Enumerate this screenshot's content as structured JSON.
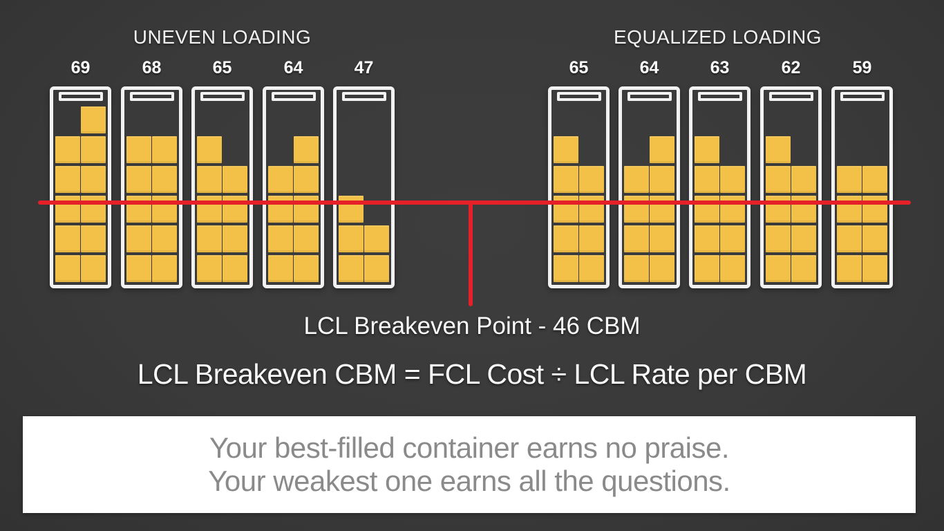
{
  "colors": {
    "background": "#3a3a3a",
    "container_border": "#f2f2f2",
    "cargo_block": "#f3c148",
    "breakeven_red": "#e52028",
    "banner_background": "#ffffff",
    "banner_text": "#8a8a8a",
    "label_text": "#fdfdfd"
  },
  "left_group": {
    "title": "UNEVEN LOADING",
    "containers": [
      {
        "label": "69",
        "stack": [
          5,
          6
        ]
      },
      {
        "label": "68",
        "stack": [
          5,
          5
        ]
      },
      {
        "label": "65",
        "stack": [
          5,
          4
        ]
      },
      {
        "label": "64",
        "stack": [
          4,
          5
        ]
      },
      {
        "label": "47",
        "stack": [
          3,
          2
        ]
      }
    ]
  },
  "right_group": {
    "title": "EQUALIZED LOADING",
    "containers": [
      {
        "label": "65",
        "stack": [
          5,
          4
        ]
      },
      {
        "label": "64",
        "stack": [
          4,
          5
        ]
      },
      {
        "label": "63",
        "stack": [
          5,
          4
        ]
      },
      {
        "label": "62",
        "stack": [
          5,
          4
        ]
      },
      {
        "label": "59",
        "stack": [
          4,
          4
        ]
      }
    ]
  },
  "breakeven": {
    "line_label": "LCL Breakeven Point - 46 CBM",
    "formula": "LCL Breakeven CBM = FCL Cost ÷ LCL Rate per CBM",
    "value_cbm": 46
  },
  "banner": {
    "line1": "Your best-filled container earns no praise.",
    "line2": "Your weakest one earns all the questions."
  },
  "chart_data": {
    "type": "bar",
    "unit": "CBM",
    "series": [
      {
        "name": "UNEVEN LOADING",
        "values": [
          69,
          68,
          65,
          64,
          47
        ]
      },
      {
        "name": "EQUALIZED LOADING",
        "values": [
          65,
          64,
          63,
          62,
          59
        ]
      }
    ],
    "threshold": {
      "label": "LCL Breakeven Point - 46 CBM",
      "value": 46
    }
  }
}
